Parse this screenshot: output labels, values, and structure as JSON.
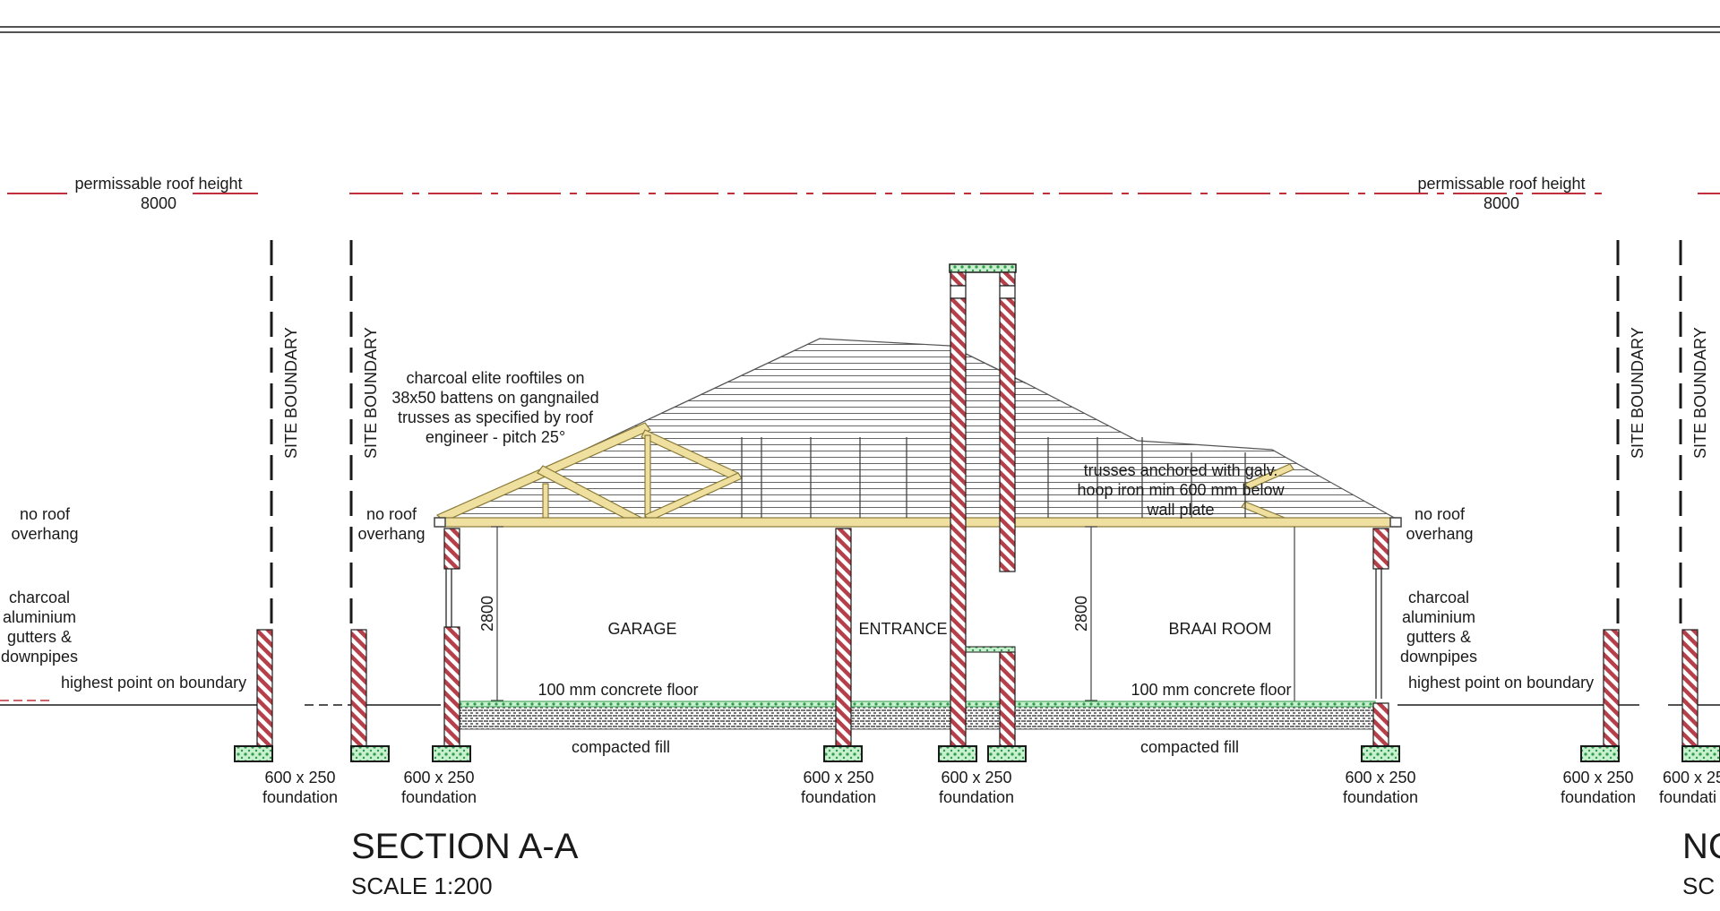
{
  "colors": {
    "ink": "#1a1a1a",
    "brick_hatch": "#b5404a",
    "brick_fill": "#e8b9be",
    "timber": "#f0e0a0",
    "concrete": "#4fbf6a",
    "height_line": "#c0303a"
  },
  "labels": {
    "roof_height_left": "permissable roof height",
    "roof_height_left_value": "8000",
    "roof_height_right": "permissable roof height",
    "roof_height_right_value": "8000",
    "site_boundary_1": "SITE BOUNDARY",
    "site_boundary_2": "SITE BOUNDARY",
    "site_boundary_3": "SITE BOUNDARY",
    "site_boundary_4": "SITE BOUNDARY",
    "roof_note": [
      "charcoal elite rooftiles on",
      "38x50 battens on gangnailed",
      "trusses as specified by roof",
      "engineer - pitch 25°"
    ],
    "truss_note": [
      "trusses anchored with galv.",
      "hoop iron min 600 mm below",
      "wall plate"
    ],
    "no_roof_left_edge": [
      "no roof",
      "overhang"
    ],
    "no_roof_left": [
      "no roof",
      "overhang"
    ],
    "no_roof_right": [
      "no roof",
      "overhang"
    ],
    "gutters_left_edge": [
      "charcoal",
      "aluminium",
      "gutters &",
      "downpipes"
    ],
    "gutters_right": [
      "charcoal",
      "aluminium",
      "gutters &",
      "downpipes"
    ],
    "highest_point_left": "highest point on boundary",
    "highest_point_right": "highest point on boundary",
    "room_garage": "GARAGE",
    "room_entrance": "ENTRANCE",
    "room_braai": "BRAAI ROOM",
    "dim_2800_left": "2800",
    "dim_2800_right": "2800",
    "floor_left": "100 mm concrete floor",
    "floor_right": "100 mm concrete floor",
    "fill_left": "compacted fill",
    "fill_right": "compacted fill",
    "foundation_line1": "600 x 250",
    "foundation_line2": "foundation",
    "foundation_cut_line1": "600 x 25",
    "foundation_cut_line2": "foundati",
    "section_title": "SECTION A-A",
    "section_scale": "SCALE 1:200",
    "next_title_cut": "NC",
    "next_scale_cut": "SC"
  }
}
